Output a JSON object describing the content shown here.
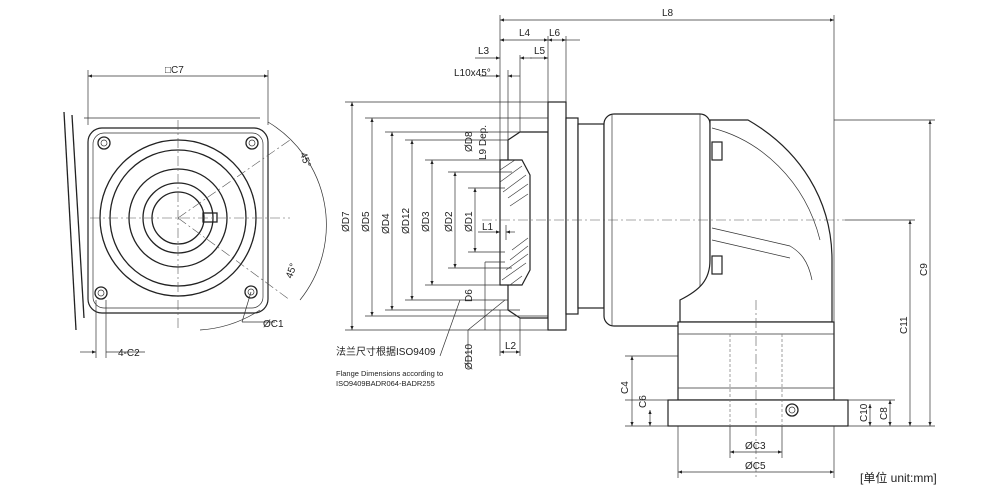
{
  "front_view": {
    "c7": "□C7",
    "angle_top": "45°",
    "angle_bottom": "45°",
    "c1": "ØC1",
    "c2": "4-C2"
  },
  "flange_dims": {
    "l3": "L3",
    "l4": "L4",
    "l5": "L5",
    "l6": "L6",
    "l8": "L8",
    "chamfer": "L10x45°",
    "d7": "ØD7",
    "d5": "ØD5",
    "d4": "ØD4",
    "d12": "ØD12",
    "d3": "ØD3",
    "d2": "ØD2",
    "d1": "ØD1",
    "d8": "ØD8",
    "l9": "L9 Dep.",
    "l1": "L1",
    "l2": "L2",
    "d6": "D6",
    "d10": "ØD10"
  },
  "side_dims": {
    "c9": "C9",
    "c11": "C11",
    "c4": "C4",
    "c6": "C6",
    "c10": "C10",
    "c8": "C8",
    "c3": "ØC3",
    "c5": "ØC5"
  },
  "notes": {
    "flange_cn": "法兰尺寸根据ISO9409",
    "flange_en_1": "Flange Dimensions according to",
    "flange_en_2": "ISO9409BADR064-BADR255",
    "unit": "[单位 unit:mm]"
  }
}
